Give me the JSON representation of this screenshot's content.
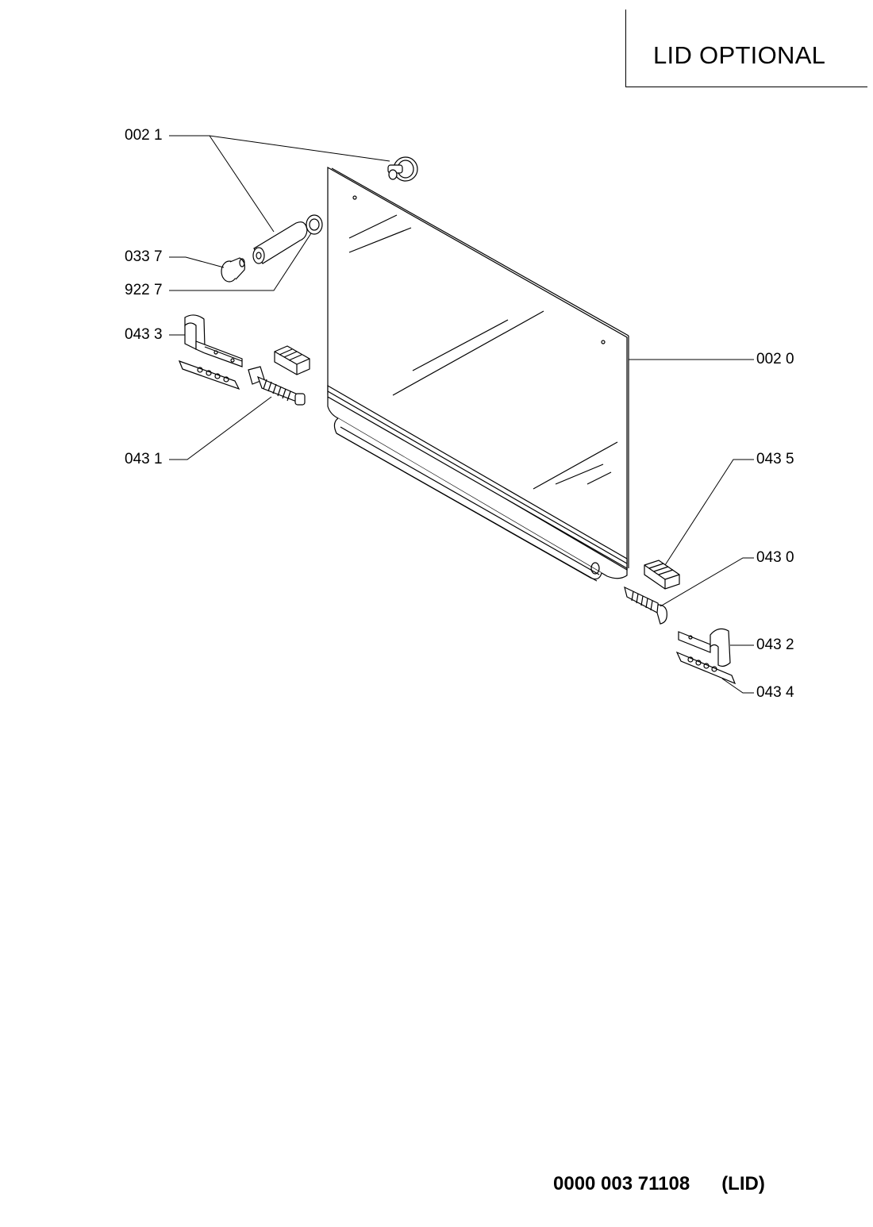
{
  "title": "LID OPTIONAL",
  "document": {
    "code": "0000 003 71108",
    "suffix": "(LID)"
  },
  "parts": [
    {
      "id": "0021",
      "label": "002 1"
    },
    {
      "id": "0337",
      "label": "033 7"
    },
    {
      "id": "9227",
      "label": "922 7"
    },
    {
      "id": "0433",
      "label": "043 3"
    },
    {
      "id": "0431",
      "label": "043 1"
    },
    {
      "id": "0020",
      "label": "002 0"
    },
    {
      "id": "0435",
      "label": "043 5"
    },
    {
      "id": "0430",
      "label": "043 0"
    },
    {
      "id": "0432",
      "label": "043 2"
    },
    {
      "id": "0434",
      "label": "043 4"
    }
  ]
}
